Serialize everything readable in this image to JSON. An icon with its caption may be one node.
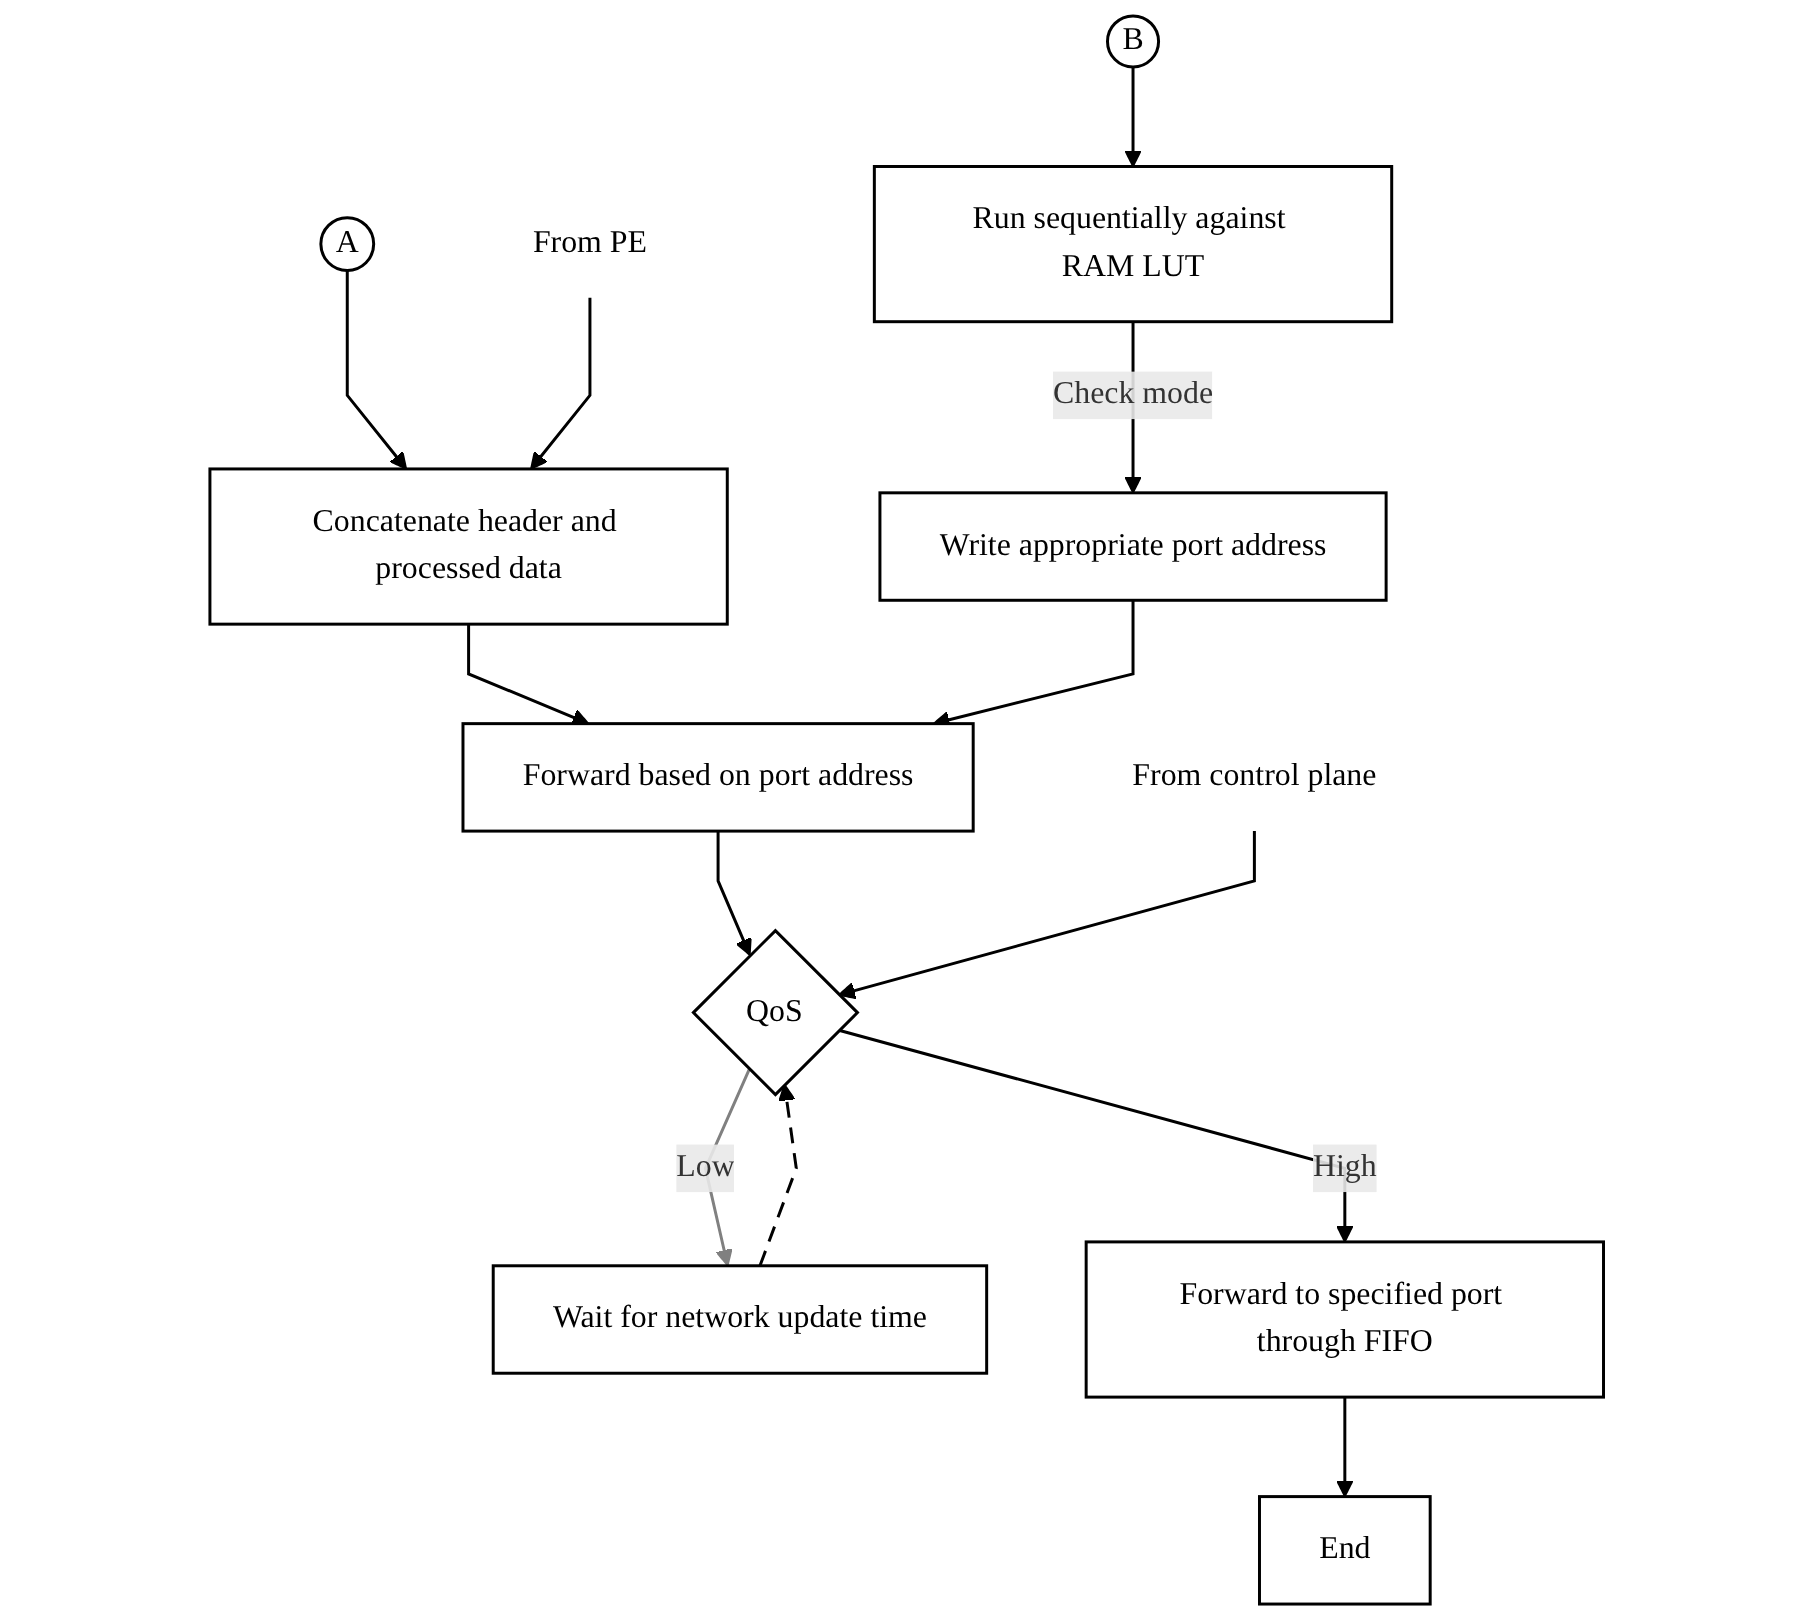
{
  "diagram": {
    "nodes": [
      {
        "text": [
          "A"
        ]
      },
      {
        "text": [
          "B"
        ]
      },
      {
        "text": [
          "Concatenate header and processed data"
        ]
      },
      {
        "text": [
          "Run sequentially against RAM LUT"
        ]
      },
      {
        "text": [
          "Write appropriate port address"
        ]
      },
      {
        "text": [
          "Forward based on port address"
        ]
      },
      {
        "text": [
          "QoS"
        ]
      },
      {
        "text": [
          "Wait for network update time"
        ]
      },
      {
        "text": [
          "Forward to specified port through FIFO"
        ]
      },
      {
        "text": [
          "End"
        ]
      },
      {
        "text": [
          "From PE"
        ]
      },
      {
        "text": [
          "From control plane"
        ]
      }
    ],
    "edges": [
      {
        "from": 0,
        "to": 2,
        "arrow": "to"
      },
      {
        "from": 1,
        "to": 3,
        "arrow": "to"
      },
      {
        "from": 10,
        "to": 2,
        "arrow": "to"
      },
      {
        "from": 3,
        "to": 4,
        "arrow": "to",
        "label": "Check mode"
      },
      {
        "from": 2,
        "to": 5,
        "arrow": "to"
      },
      {
        "from": 4,
        "to": 5,
        "arrow": "to"
      },
      {
        "from": 5,
        "to": 6,
        "arrow": "to"
      },
      {
        "from": 11,
        "to": 6,
        "arrow": "to"
      },
      {
        "from": 6,
        "to": 7,
        "arrow": "to",
        "label": "Low",
        "color": "#808080"
      },
      {
        "from": 7,
        "to": 6,
        "arrow": "to",
        "style": "dashed"
      },
      {
        "from": 6,
        "to": 8,
        "arrow": "to",
        "label": "High"
      },
      {
        "from": 8,
        "to": 9,
        "arrow": "to"
      }
    ]
  }
}
